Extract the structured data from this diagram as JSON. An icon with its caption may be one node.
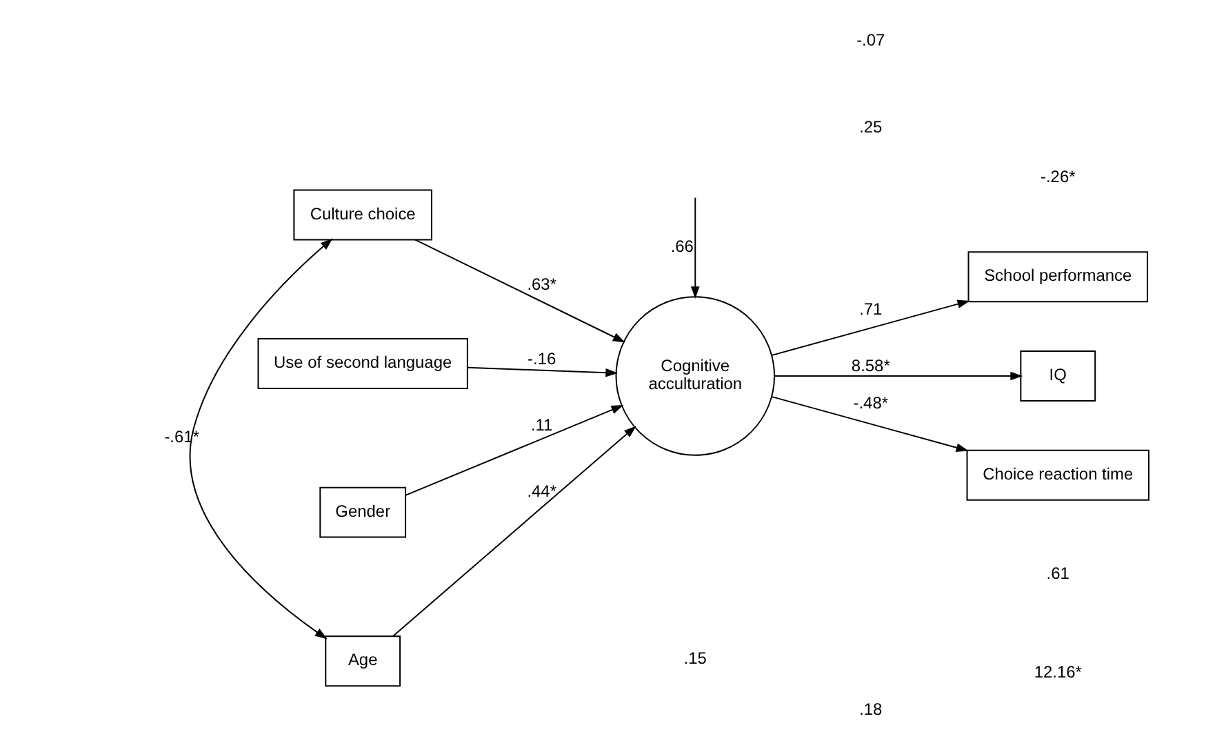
{
  "diagram": {
    "nodes": [
      {
        "text": [
          "Culture choice"
        ]
      },
      {
        "text": [
          "Use of second language"
        ]
      },
      {
        "text": [
          "Gender"
        ]
      },
      {
        "text": [
          "Age"
        ]
      },
      {
        "text": [
          "Cognitive acculturation"
        ]
      },
      {
        "text": [
          "School performance"
        ]
      },
      {
        "text": [
          "IQ"
        ]
      },
      {
        "text": [
          "Choice reaction time"
        ]
      }
    ],
    "edges": [
      {
        "from": 0,
        "to": 4,
        "arrow": "to",
        "label": ".63*"
      },
      {
        "from": 1,
        "to": 4,
        "arrow": "to",
        "label": "-.16"
      },
      {
        "from": 2,
        "to": 4,
        "arrow": "to",
        "label": ".11"
      },
      {
        "from": 3,
        "to": 4,
        "arrow": "to",
        "label": ".44*"
      },
      {
        "from": 4,
        "to": 5,
        "arrow": "to",
        "label": ".71"
      },
      {
        "from": 4,
        "to": 6,
        "arrow": "to",
        "label": "8.58*"
      },
      {
        "from": 4,
        "to": 7,
        "arrow": "to",
        "label": "-.48*"
      },
      {
        "from": 0,
        "to": 3,
        "arrow": "both",
        "label": "-.61*"
      },
      {
        "from": null,
        "to": 4,
        "arrow": "to",
        "label": ".66"
      }
    ],
    "labels": [
      "-.07",
      ".25",
      ".18",
      ".15",
      ".61",
      "12.16*",
      "-.26*"
    ]
  }
}
